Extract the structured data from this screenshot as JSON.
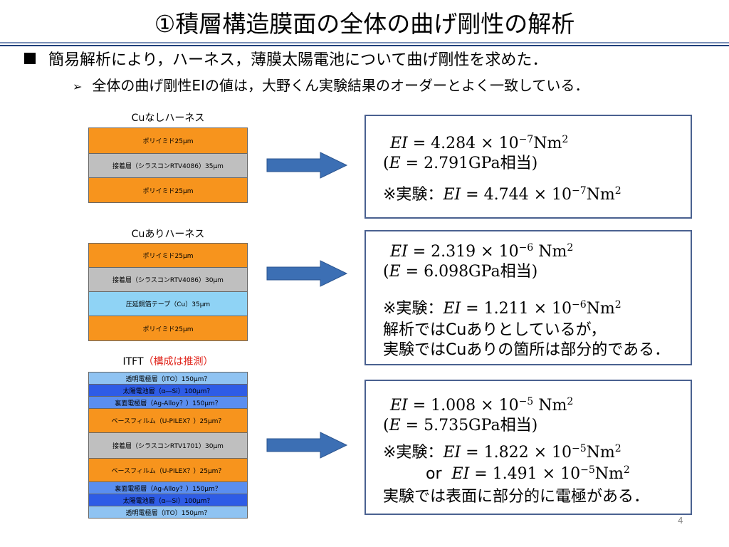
{
  "slide": {
    "title": "①積層構造膜面の全体の曲げ剛性の解析",
    "bullet1": "簡易解析により，ハーネス，薄膜太陽電池について曲げ剛性を求めた．",
    "bullet2": "全体の曲げ剛性EIの値は，大野くん実験結果のオーダーとよく一致している．",
    "page_number": "4"
  },
  "colors": {
    "polyimide": "#f7941d",
    "adhesive": "#bfbfbf",
    "copper": "#8fd3f5",
    "tco": "#8fc3f2",
    "si": "#2e5ce6",
    "back": "#5a8ef0",
    "arrow": "#3c6fb4",
    "box_border": "#4a6190",
    "annotation": "#e0241b"
  },
  "stacks": [
    {
      "title": "Cuなしハーネス",
      "layers": [
        {
          "label": "ポリイミド25μm",
          "kind": "polyimide"
        },
        {
          "label": "接着層（シラスコンRTV4086）35μm",
          "kind": "adhesive"
        },
        {
          "label": "ポリイミド25μm",
          "kind": "polyimide"
        }
      ]
    },
    {
      "title": "Cuありハーネス",
      "layers": [
        {
          "label": "ポリイミド25μm",
          "kind": "polyimide"
        },
        {
          "label": "接着層（シラスコンRTV4086）30μm",
          "kind": "adhesive"
        },
        {
          "label": "圧延銅箔テープ（Cu）35μm",
          "kind": "copper"
        },
        {
          "label": "ポリイミド25μm",
          "kind": "polyimide"
        }
      ]
    },
    {
      "title": "ITFT",
      "title_note": "（構成は推測）",
      "layers": [
        {
          "label": "透明電極層（ITO）150μm？",
          "kind": "tco"
        },
        {
          "label": "太陽電池層（α―Si）100μm？",
          "kind": "si"
        },
        {
          "label": "裏面電極層（Ag-Alloy？）150μm？",
          "kind": "back"
        },
        {
          "label": "ベースフィルム（U-PILEX？）25μm？",
          "kind": "polyimide"
        },
        {
          "label": "接着層（シラスコンRTV1701）30μm",
          "kind": "adhesive"
        },
        {
          "label": "ベースフィルム（U-PILEX？）25μm？",
          "kind": "polyimide"
        },
        {
          "label": "裏面電極層（Ag-Alloy？）150μm？",
          "kind": "back"
        },
        {
          "label": "太陽電池層（α―Si）100μm？",
          "kind": "si"
        },
        {
          "label": "透明電極層（ITO）150μm？",
          "kind": "tco"
        }
      ]
    }
  ],
  "results": [
    {
      "ei": {
        "lhs": "EI",
        "coef": "4.284",
        "exp": "−7",
        "unit": "Nm",
        "unit_exp": "2"
      },
      "e": {
        "var": "E",
        "value": "2.791GPa",
        "suffix": "相当"
      },
      "exp": [
        {
          "label": "※実験：",
          "lhs": "EI",
          "coef": "4.744",
          "exp": "−7",
          "unit": "Nm",
          "unit_exp": "2"
        }
      ],
      "notes": []
    },
    {
      "ei": {
        "lhs": "EI",
        "coef": "2.319",
        "exp": "−6",
        "unit": "Nm",
        "unit_exp": "2"
      },
      "e": {
        "var": "E",
        "value": "6.098GPa",
        "suffix": "相当"
      },
      "exp": [
        {
          "label": "※実験：",
          "lhs": "EI",
          "coef": "1.211",
          "exp": "−6",
          "unit": "Nm",
          "unit_exp": "2"
        }
      ],
      "notes": [
        "解析ではCuありとしているが，",
        "実験ではCuありの箇所は部分的である．"
      ]
    },
    {
      "ei": {
        "lhs": "EI",
        "coef": "1.008",
        "exp": "−5",
        "unit": "Nm",
        "unit_exp": "2"
      },
      "e": {
        "var": "E",
        "value": "5.735GPa",
        "suffix": "相当"
      },
      "exp": [
        {
          "label": "※実験：",
          "lhs": "EI",
          "coef": "1.822",
          "exp": "−5",
          "unit": "Nm",
          "unit_exp": "2"
        },
        {
          "label": "or",
          "lhs": "EI",
          "coef": "1.491",
          "exp": "−5",
          "unit": "Nm",
          "unit_exp": "2"
        }
      ],
      "notes": [
        "実験では表面に部分的に電極がある．"
      ]
    }
  ]
}
